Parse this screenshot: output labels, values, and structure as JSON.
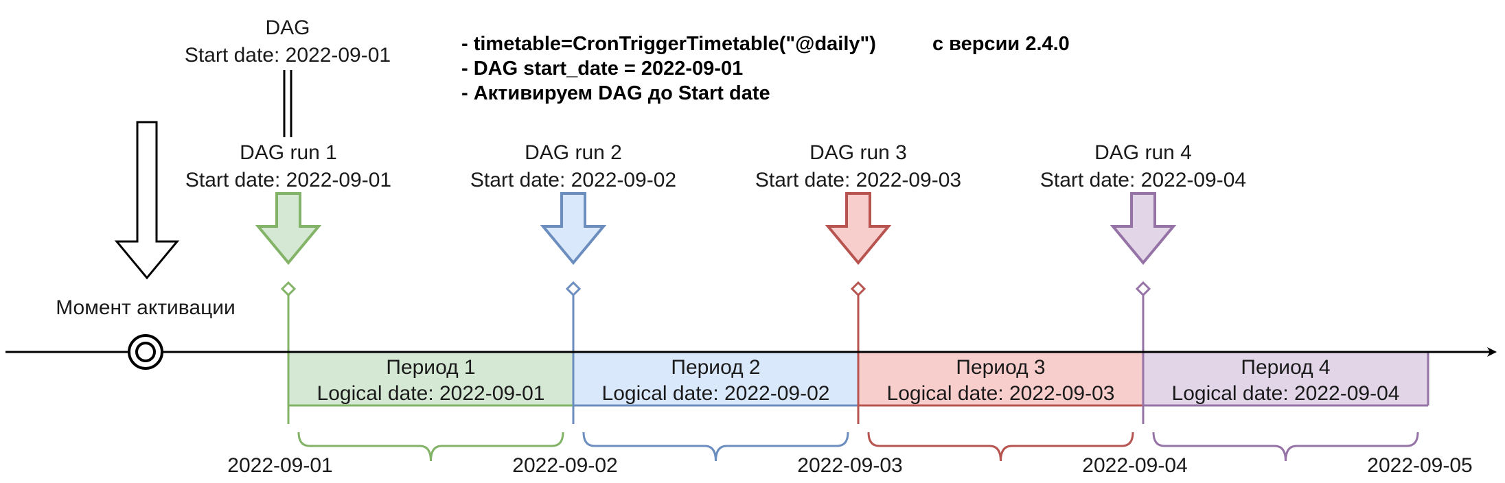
{
  "dag_header": {
    "title": "DAG",
    "start_date": "Start date: 2022-09-01"
  },
  "notes": {
    "line1": "- timetable=CronTriggerTimetable(\"@daily\")",
    "line1_suffix": "с версии 2.4.0",
    "line2": "- DAG start_date = 2022-09-01",
    "line3": "- Активируем DAG до Start date"
  },
  "activation": {
    "label": "Момент активации"
  },
  "runs": [
    {
      "title": "DAG run 1",
      "start_date": "Start date: 2022-09-01",
      "stroke": "#82b366",
      "fill": "#d5e8d4"
    },
    {
      "title": "DAG run 2",
      "start_date": "Start date: 2022-09-02",
      "stroke": "#6c8ebf",
      "fill": "#dae8fc"
    },
    {
      "title": "DAG run 3",
      "start_date": "Start date: 2022-09-03",
      "stroke": "#b85450",
      "fill": "#f8cecc"
    },
    {
      "title": "DAG run 4",
      "start_date": "Start date: 2022-09-04",
      "stroke": "#9673a6",
      "fill": "#e1d5e7"
    }
  ],
  "periods": [
    {
      "title": "Период 1",
      "logical_date": "Logical date: 2022-09-01"
    },
    {
      "title": "Период 2",
      "logical_date": "Logical date: 2022-09-02"
    },
    {
      "title": "Период 3",
      "logical_date": "Logical date: 2022-09-03"
    },
    {
      "title": "Период 4",
      "logical_date": "Logical date: 2022-09-04"
    }
  ],
  "axis_dates": [
    "2022-09-01",
    "2022-09-02",
    "2022-09-03",
    "2022-09-04",
    "2022-09-05"
  ]
}
